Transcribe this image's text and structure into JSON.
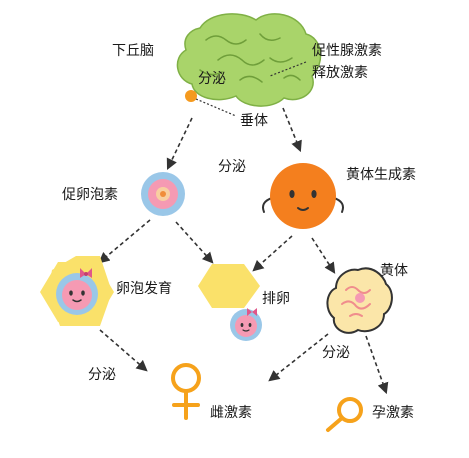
{
  "labels": {
    "hypothalamus": "下丘脑",
    "gnrh_line1": "促性腺激素",
    "gnrh_line2": "释放激素",
    "secrete_brain": "分泌",
    "pituitary": "垂体",
    "secrete_left": "分泌",
    "fsh": "促卵泡素",
    "lh": "黄体生成素",
    "follicle_development": "卵泡发育",
    "ovulation": "排卵",
    "corpus_luteum": "黄体",
    "secrete_bottom_left": "分泌",
    "secrete_bottom_right": "分泌",
    "estrogen": "雌激素",
    "progesterone": "孕激素"
  },
  "colors": {
    "brain_green": "#a9d46a",
    "pituitary_orange": "#f59a1f",
    "lh_orange": "#f47f1e",
    "hexagon_yellow": "#fae16a",
    "cell_pink": "#f59ab3",
    "cell_blue": "#9ac7e8",
    "estrogen_orange": "#f6a21b",
    "corpus_luteum_cream": "#fbe6a9",
    "arrow": "#333333"
  }
}
